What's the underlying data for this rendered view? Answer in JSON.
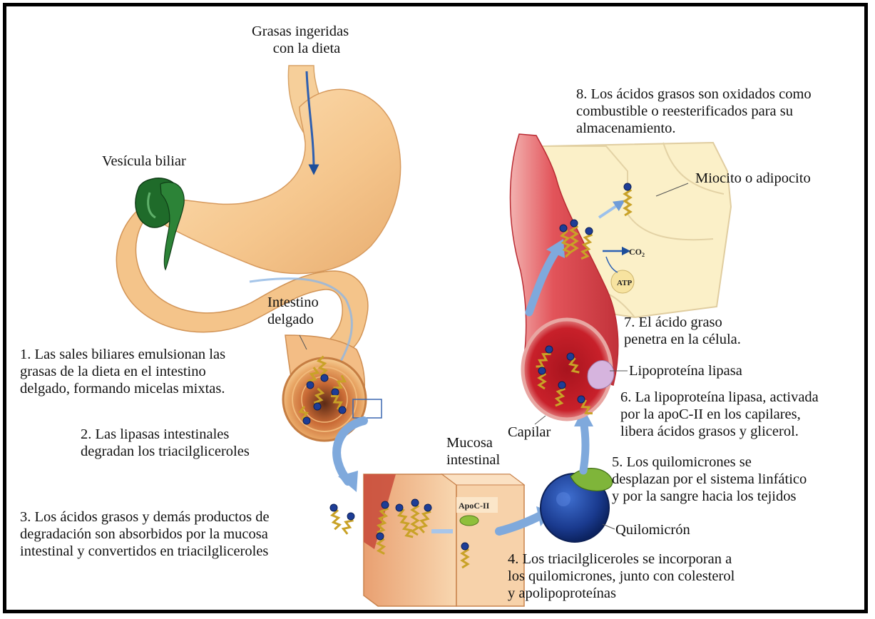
{
  "labels": {
    "grasas": [
      "Grasas ingeridas",
      "con  la dieta"
    ],
    "vesicula": "Vesícula biliar",
    "intestino": [
      "Intestino",
      "delgado"
    ],
    "step1": [
      "1. Las sales biliares emulsionan las",
      "grasas de la dieta en el intestino",
      "delgado, formando micelas mixtas."
    ],
    "step2": [
      "2. Las lipasas intestinales",
      "degradan los triacilgliceroles"
    ],
    "step3": [
      "3. Los ácidos grasos y demás productos de",
      "degradación son absorbidos por la mucosa",
      "intestinal y convertidos en triacilgliceroles"
    ],
    "mucosa": [
      "Mucosa",
      "intestinal"
    ],
    "apoc": "ApoC-II",
    "step4": [
      "4. Los triacilgliceroles se incorporan a",
      "los quilomicrones, junto con colesterol",
      "y apolipoproteínas"
    ],
    "quilomicron": "Quilomicrón",
    "step5": [
      "5. Los quilomicrones se",
      "desplazan por el sistema linfático",
      "y por la sangre hacia los tejidos"
    ],
    "capilar": "Capilar",
    "step6": [
      "6. La lipoproteína lipasa, activada",
      "por la apoC-II en los capilares,",
      "libera ácidos grasos y glicerol."
    ],
    "lipasa": "Lipoproteína lipasa",
    "step7": [
      "7. El ácido graso",
      "penetra en la célula."
    ],
    "miocito": "Miocito o adipocito",
    "co2": "CO",
    "co2_sub": "2",
    "atp": "ATP",
    "step8": [
      "8. Los ácidos grasos son oxidados como",
      "combustible o reesterificados para  su",
      "almacenamiento."
    ]
  },
  "colors": {
    "stomach": "#f6c98f",
    "gallbladder": "#1f6b2a",
    "capillary": "#d9424a",
    "cell": "#fbf0c8",
    "chylomicron": "#1d3f9a",
    "arrow": "#7fa9dc",
    "border": "#000000"
  }
}
